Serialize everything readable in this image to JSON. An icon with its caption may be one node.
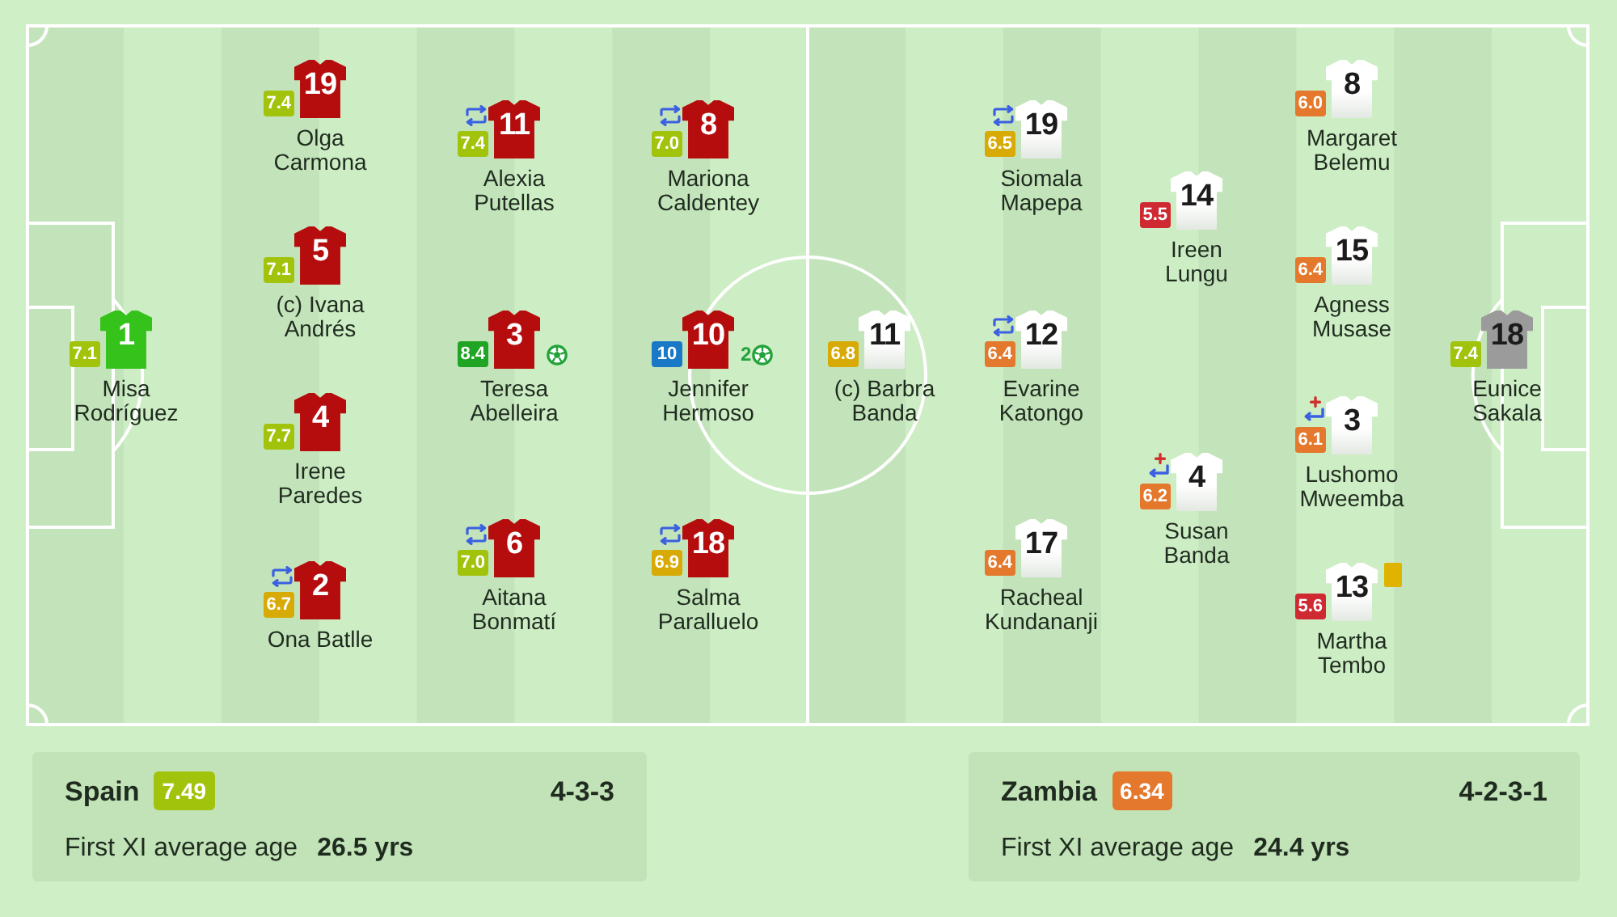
{
  "diagram": {
    "nodes": [
      {
        "text": [
          "7.1",
          "1",
          "Misa Rodríguez"
        ]
      },
      {
        "text": [
          "7.4",
          "19",
          "Olga Carmona"
        ]
      },
      {
        "text": [
          "7.1",
          "5",
          "(c) Ivana Andrés"
        ]
      },
      {
        "text": [
          "7.7",
          "4",
          "Irene Paredes"
        ]
      },
      {
        "text": [
          "6.7",
          "2",
          "Ona Batlle"
        ]
      },
      {
        "text": [
          "7.4",
          "11",
          "Alexia Putellas"
        ]
      },
      {
        "text": [
          "8.4",
          "3",
          "Teresa Abelleira"
        ]
      },
      {
        "text": [
          "7.0",
          "6",
          "Aitana Bonmatí"
        ]
      },
      {
        "text": [
          "7.0",
          "8",
          "Mariona Caldentey"
        ]
      },
      {
        "text": [
          "10",
          "10",
          "2",
          "Jennifer Hermoso"
        ]
      },
      {
        "text": [
          "6.9",
          "18",
          "Salma Paralluelo"
        ]
      },
      {
        "text": [
          "6.8",
          "11",
          "(c) Barbra Banda"
        ]
      },
      {
        "text": [
          "6.5",
          "19",
          "Siomala Mapepa"
        ]
      },
      {
        "text": [
          "6.4",
          "12",
          "Evarine Katongo"
        ]
      },
      {
        "text": [
          "6.4",
          "17",
          "Racheal Kundananji"
        ]
      },
      {
        "text": [
          "5.5",
          "14",
          "Ireen Lungu"
        ]
      },
      {
        "text": [
          "6.2",
          "4",
          "Susan Banda"
        ]
      },
      {
        "text": [
          "6.0",
          "8",
          "Margaret Belemu"
        ]
      },
      {
        "text": [
          "6.4",
          "15",
          "Agness Musase"
        ]
      },
      {
        "text": [
          "6.1",
          "3",
          "Lushomo Mweemba"
        ]
      },
      {
        "text": [
          "5.6",
          "13",
          "Martha Tembo"
        ]
      },
      {
        "text": [
          "7.4",
          "18",
          "Eunice Sakala"
        ]
      },
      {
        "text": [
          "Spain",
          "7.49",
          "4-3-3",
          "First XI average age",
          "26.5 yrs"
        ]
      },
      {
        "text": [
          "Zambia",
          "6.34",
          "4-2-3-1",
          "First XI average age",
          "24.4 yrs"
        ]
      }
    ]
  }
}
